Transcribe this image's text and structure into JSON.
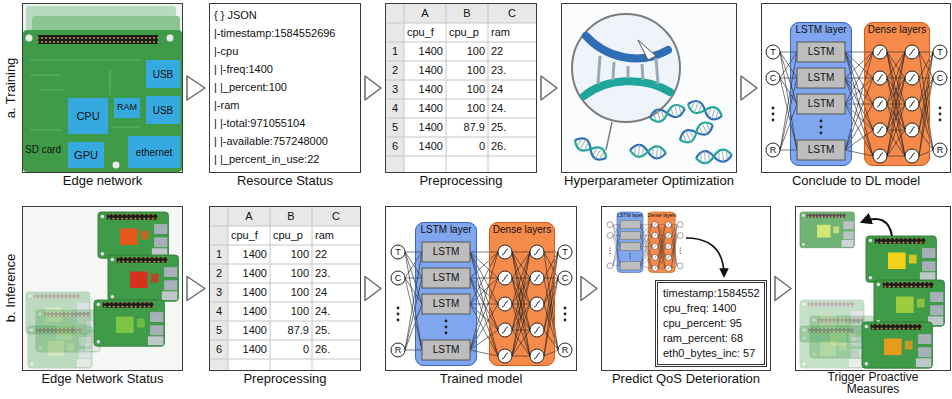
{
  "diagram": {
    "nodes": [
      {
        "text": [
          "Edge network"
        ]
      },
      {
        "text": [
          "CPU"
        ],
        "in": 0
      },
      {
        "text": [
          "RAM"
        ],
        "in": 0
      },
      {
        "text": [
          "USB"
        ],
        "in": 0
      },
      {
        "text": [
          "USB"
        ],
        "in": 0
      },
      {
        "text": [
          "GPU"
        ],
        "in": 0
      },
      {
        "text": [
          "ethernet"
        ],
        "in": 0
      },
      {
        "text": [
          "Resource Status"
        ]
      },
      {
        "text": [
          "Preprocessing"
        ]
      },
      {
        "text": [
          "Hyperparameter Optimization"
        ]
      },
      {
        "text": [
          "Conclude to DL model"
        ]
      },
      {
        "text": [
          "LSTM layer"
        ],
        "in": 10
      },
      {
        "text": [
          "Dense layers"
        ],
        "in": 10
      },
      {
        "text": [
          "Edge Network Status"
        ]
      },
      {
        "text": [
          "Preprocessing"
        ]
      },
      {
        "text": [
          "Trained model"
        ]
      },
      {
        "text": [
          "LSTM layer"
        ],
        "in": 15
      },
      {
        "text": [
          "Dense layers"
        ],
        "in": 15
      },
      {
        "text": [
          "Predict QoS Deterioration"
        ]
      },
      {
        "text": [
          "timestamp:1584552",
          "cpu_freq: 1400",
          "cpu_percent: 95",
          "ram_percent: 68",
          "eth0_bytes_inc: 57"
        ],
        "in": 18
      },
      {
        "text": [
          "Trigger Proactive Measures"
        ]
      }
    ],
    "edges": [
      {
        "from": 0,
        "to": 7,
        "arrow": "to"
      },
      {
        "from": 7,
        "to": 8,
        "arrow": "to"
      },
      {
        "from": 8,
        "to": 9,
        "arrow": "to"
      },
      {
        "from": 9,
        "to": 10,
        "arrow": "to"
      },
      {
        "from": 13,
        "to": 14,
        "arrow": "to"
      },
      {
        "from": 14,
        "to": 15,
        "arrow": "to"
      },
      {
        "from": 15,
        "to": 18,
        "arrow": "to"
      },
      {
        "from": 18,
        "to": 20,
        "arrow": "to"
      }
    ],
    "labels": [
      "a. Training",
      "b. Inference",
      "SD card",
      "{ } JSON",
      "|-timestamp:1584552696",
      "|-cpu",
      "| |-freq:1400",
      "| |_percent:100",
      "|-ram",
      "| |-total:971055104",
      "| |-available:757248000",
      "| |_percent_in_use:22",
      "A",
      "B",
      "C",
      "cpu_f",
      "cpu_p",
      "ram",
      "1",
      "1400",
      "100",
      "22",
      "2",
      "1400",
      "100",
      "23.",
      "3",
      "1400",
      "100",
      "24",
      "4",
      "1400",
      "100",
      "24.",
      "5",
      "1400",
      "87.9",
      "25.",
      "6",
      "1400",
      "0",
      "26.",
      "A",
      "B",
      "C",
      "cpu_f",
      "cpu_p",
      "ram",
      "1",
      "1400",
      "100",
      "22",
      "2",
      "1400",
      "100",
      "23.",
      "3",
      "1400",
      "100",
      "24",
      "4",
      "1400",
      "100",
      "24.",
      "5",
      "1400",
      "87.9",
      "25.",
      "6",
      "1400",
      "0",
      "26.",
      "LSTM",
      "LSTM",
      "LSTM",
      "LSTM",
      "T",
      "C",
      "R",
      "T",
      "C",
      "R",
      "LSTM",
      "LSTM",
      "LSTM",
      "LSTM",
      "T",
      "C",
      "R",
      "T",
      "C",
      "R",
      "LSTM layer",
      "Dense layers"
    ]
  }
}
